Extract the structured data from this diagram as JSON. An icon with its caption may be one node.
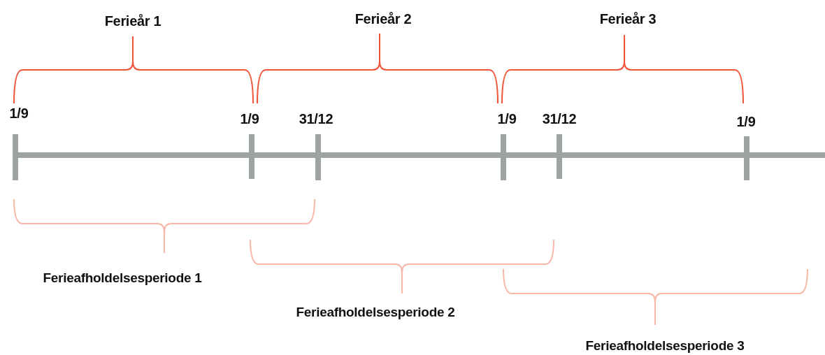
{
  "diagram": {
    "labels": [
      "Ferieår 1",
      "Ferieår 2",
      "Ferieår 3",
      "1/9",
      "1/9",
      "31/12",
      "1/9",
      "31/12",
      "1/9",
      "Ferieafholdelsesperiode 1",
      "Ferieafholdelsesperiode 2",
      "Ferieafholdelsesperiode 3"
    ]
  }
}
